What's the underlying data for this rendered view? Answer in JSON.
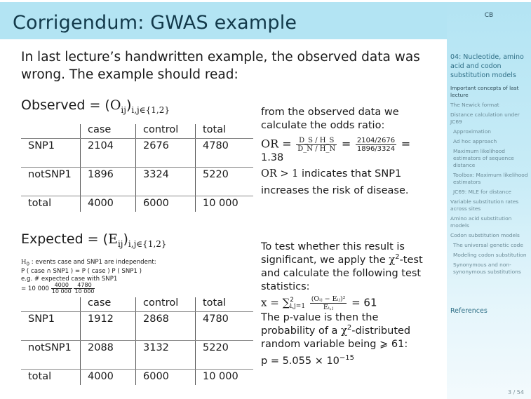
{
  "header": {
    "title": "Corrigendum:  GWAS example"
  },
  "sidebar": {
    "author": "CB",
    "section": "04: Nucleotide, amino acid and codon substitution models",
    "items": [
      {
        "label": "Important concepts of last lecture",
        "level": 1,
        "current": true
      },
      {
        "label": "The Newick format",
        "level": 1
      },
      {
        "label": "Distance calculation under JC69",
        "level": 1
      },
      {
        "label": "Approximation",
        "level": 2
      },
      {
        "label": "Ad hoc approach",
        "level": 2
      },
      {
        "label": "Maximum likelihood estimators of sequence distance",
        "level": 2
      },
      {
        "label": "Toolbox: Maximum likelihood estimators",
        "level": 2
      },
      {
        "label": "JC69: MLE for distance",
        "level": 2
      },
      {
        "label": "Variable substitution rates across sites",
        "level": 1
      },
      {
        "label": "Amino acid substitution models",
        "level": 1
      },
      {
        "label": "Codon substitution models",
        "level": 1
      },
      {
        "label": "The universal genetic code",
        "level": 2
      },
      {
        "label": "Modeling codon substitution",
        "level": 2
      },
      {
        "label": "Synonymous and non-synonymous substitutions",
        "level": 2
      }
    ],
    "references": "References",
    "page": "3 / 54"
  },
  "intro": "In last lecture’s handwritten example, the observed data was wrong.  The example should read:",
  "observed": {
    "label_text": "Observed = (",
    "symbol": "O",
    "sub": "ij",
    "close": ")",
    "index": "i,j∈{1,2}",
    "headers": [
      "",
      "case",
      "control",
      "total"
    ],
    "rows": [
      [
        "SNP1",
        "2104",
        "2676",
        "4780"
      ],
      [
        "notSNP1",
        "1896",
        "3324",
        "5220"
      ],
      [
        "total",
        "4000",
        "6000",
        "10 000"
      ]
    ]
  },
  "expected": {
    "label_text": "Expected = (",
    "symbol": "E",
    "sub": "ij",
    "close": ")",
    "index": "i,j∈{1,2}",
    "h0_line1": "H",
    "h0_sub": "0",
    "h0_rest": " : events case and SNP1 are independent:",
    "prob_line": "P ( case ∩ SNP1 ) = P ( case ) P ( SNP1 )",
    "eg_line": "e.g.  # expected case with SNP1",
    "calc_prefix": "= 10 000",
    "frac1_num": "4000",
    "frac1_den": "10 000",
    "frac2_num": "4780",
    "frac2_den": "10 000",
    "headers": [
      "",
      "case",
      "control",
      "total"
    ],
    "rows": [
      [
        "SNP1",
        "1912",
        "2868",
        "4780"
      ],
      [
        "notSNP1",
        "2088",
        "3132",
        "5220"
      ],
      [
        "total",
        "4000",
        "6000",
        "10 000"
      ]
    ]
  },
  "odds": {
    "intro": "from the observed data we calculate the odds ratio:",
    "or_label": "OR =",
    "f1_num": "D_S / H_S",
    "f1_den": "D_N / H_N",
    "f2_num": "2104/2676",
    "f2_den": "1896/3324",
    "eq": "=",
    "result": "1.38",
    "or_gt": "OR > 1",
    "indicates": " indicates that SNP1",
    "increases": "increases the risk of disease."
  },
  "chi": {
    "text1": "To test whether this result is significant, we apply the",
    "chi_sym": "χ",
    "chi_sup": "2",
    "text2": "-test and calculate the following test statistics:",
    "x_eq": "x = ∑",
    "sum_sup": "2",
    "sum_sub": "i,j=1",
    "frac_num": "(Oᵢⱼ − Eᵢⱼ)²",
    "frac_den": "Eᵢ,ⱼ",
    "x_result": "= 61",
    "pval_text1": "The p-value is then the probability of a ",
    "pval_text2": "-distributed random variable being ⩾ 61:",
    "p_label": "p = 5.055 × 10",
    "p_exp": "−15"
  }
}
